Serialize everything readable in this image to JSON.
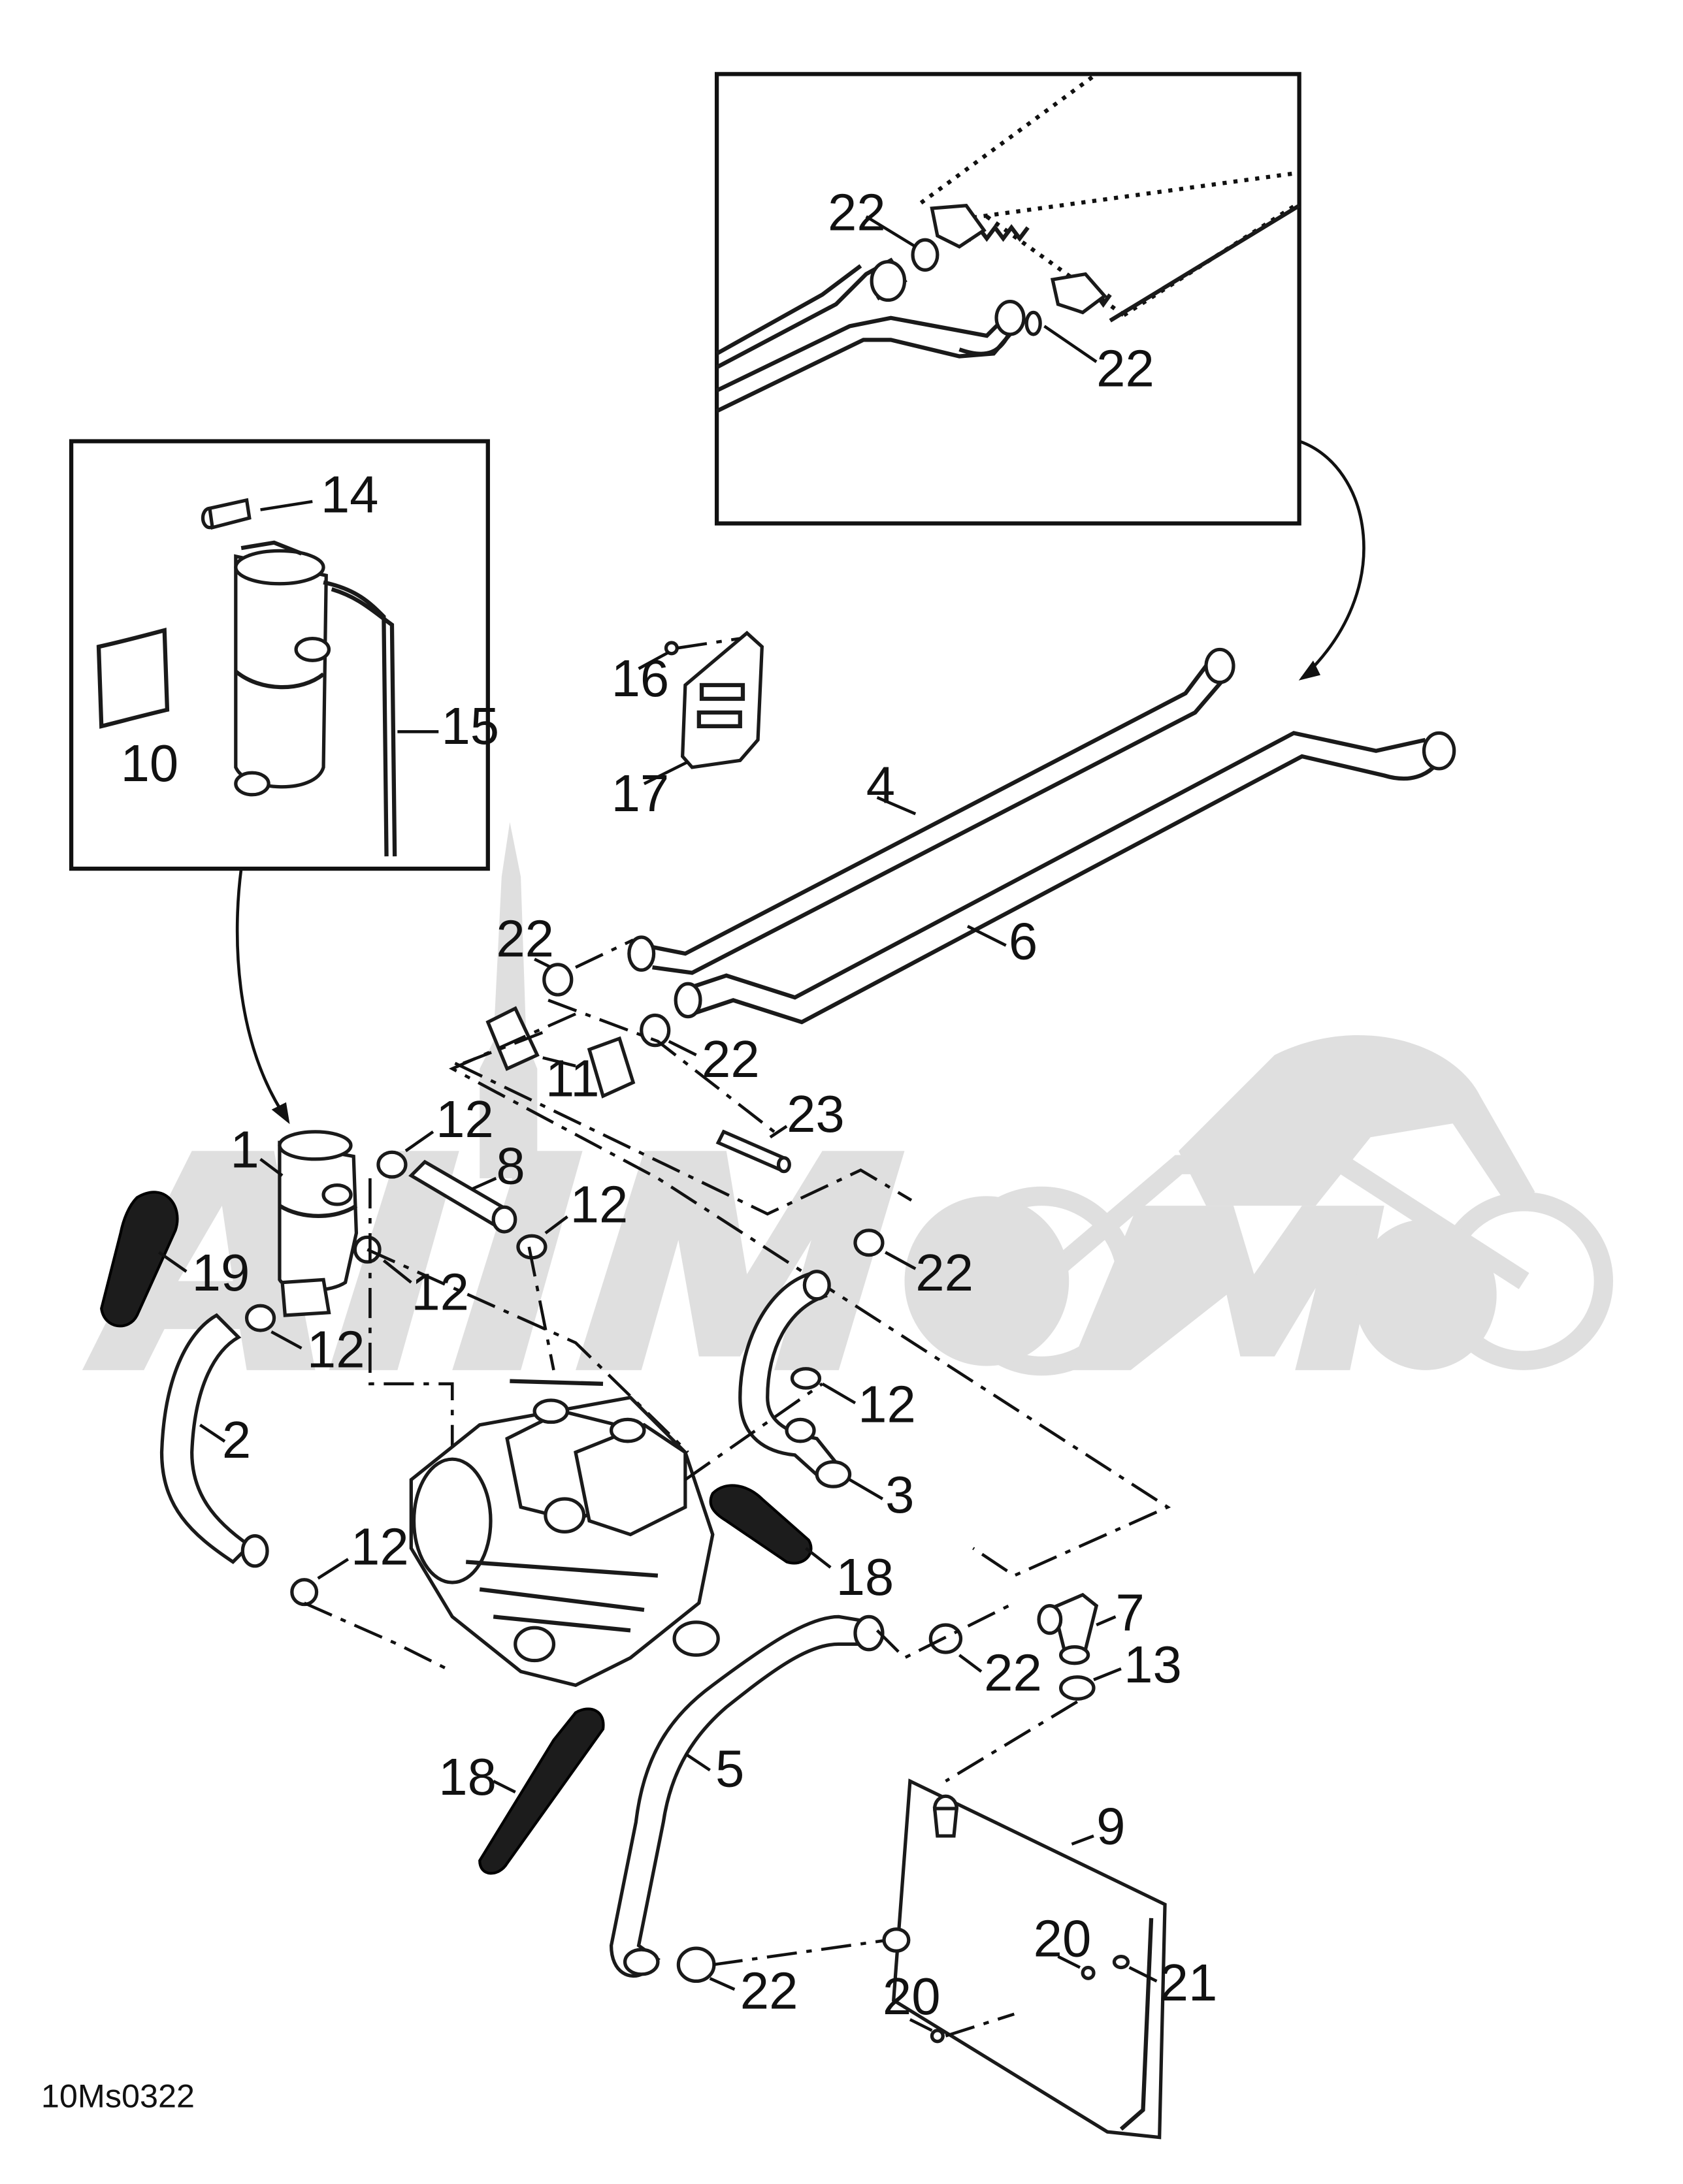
{
  "diagram_code": "10Ms0322",
  "watermark_text": "AllMoto",
  "callouts": {
    "c1": "1",
    "c2": "2",
    "c3": "3",
    "c4": "4",
    "c5": "5",
    "c6": "6",
    "c7": "7",
    "c8": "8",
    "c9": "9",
    "c10": "10",
    "c11": "11",
    "c12": "12",
    "c13": "13",
    "c14": "14",
    "c15": "15",
    "c16": "16",
    "c17": "17",
    "c18": "18",
    "c19": "19",
    "c20": "20",
    "c21": "21",
    "c22": "22",
    "c23": "23"
  }
}
